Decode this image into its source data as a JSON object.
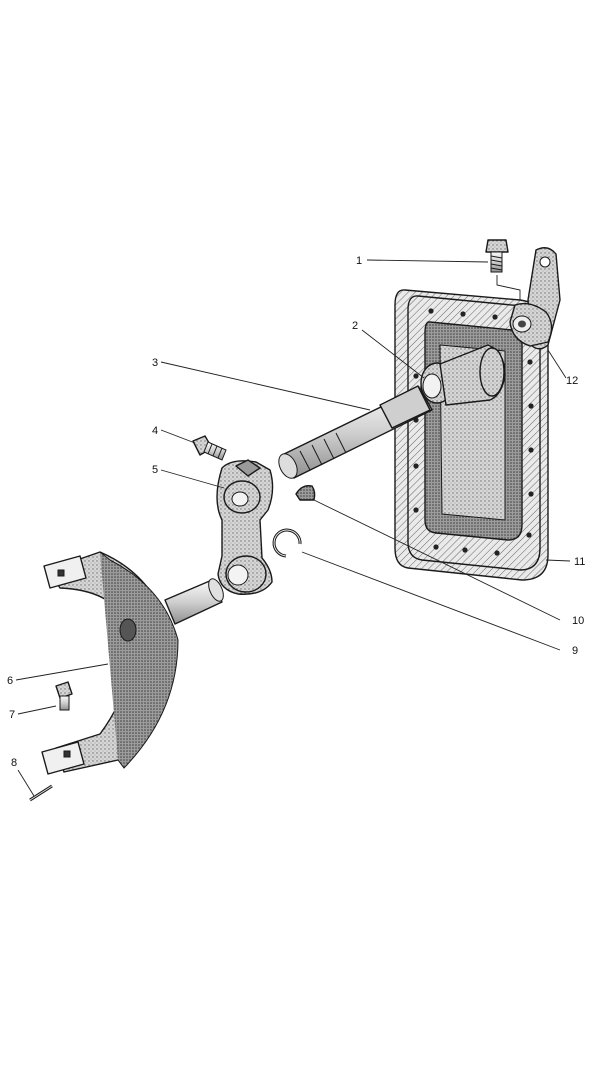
{
  "callouts": [
    {
      "id": "1",
      "label": "1"
    },
    {
      "id": "2",
      "label": "2"
    },
    {
      "id": "3",
      "label": "3"
    },
    {
      "id": "4",
      "label": "4"
    },
    {
      "id": "5",
      "label": "5"
    },
    {
      "id": "6",
      "label": "6"
    },
    {
      "id": "7",
      "label": "7"
    },
    {
      "id": "8",
      "label": "8"
    },
    {
      "id": "9",
      "label": "9"
    },
    {
      "id": "10",
      "label": "10"
    },
    {
      "id": "11",
      "label": "11"
    },
    {
      "id": "12",
      "label": "12"
    }
  ],
  "colors": {
    "ink": "#1a1a1a",
    "stipple": "#9a9a9a",
    "metal_light": "#e6e6e6",
    "metal_mid": "#bdbdbd",
    "metal_dark": "#7d7d7d"
  }
}
